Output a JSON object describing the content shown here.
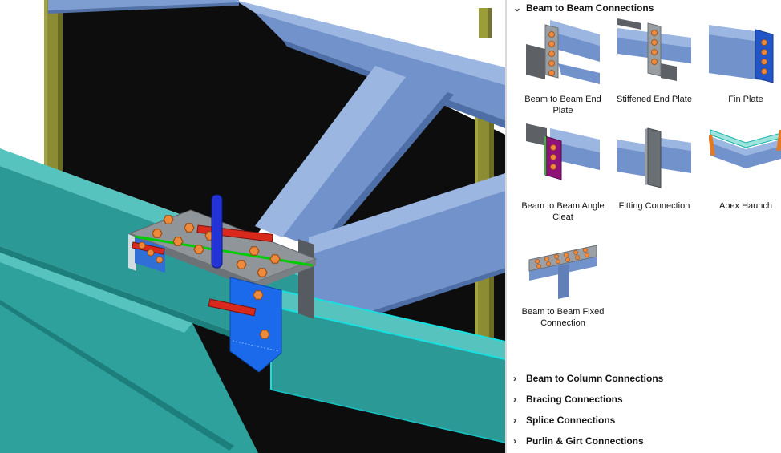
{
  "viewport": {
    "colors": {
      "beam_teal": "#2b9a96",
      "beam_teal_light": "#57c3bf",
      "beam_blue": "#7292cc",
      "beam_blue_light": "#9cb6e2",
      "column_olive": "#8c8d33",
      "bolt_orange": "#ef8a3c",
      "axis_green": "#00cc00",
      "axis_red": "#d9291c",
      "axis_blue": "#2433d6",
      "plate_gray": "#90959a",
      "highlight_cyan": "#18e0e0",
      "background_opening": "#0d0d0d"
    }
  },
  "icons": {
    "chevron_expanded": "⌄",
    "chevron_collapsed": "›"
  },
  "panel": {
    "sections": [
      {
        "label": "Beam to Beam Connections",
        "expanded": true,
        "items": [
          {
            "label": "Beam to Beam End Plate",
            "icon": "beam-to-beam-end-plate"
          },
          {
            "label": "Stiffened End Plate",
            "icon": "stiffened-end-plate"
          },
          {
            "label": "Fin Plate",
            "icon": "fin-plate"
          },
          {
            "label": "Beam to Beam Angle Cleat",
            "icon": "beam-to-beam-angle-cleat"
          },
          {
            "label": "Fitting Connection",
            "icon": "fitting-connection"
          },
          {
            "label": "Apex Haunch",
            "icon": "apex-haunch"
          },
          {
            "label": "Beam to Beam Fixed Connection",
            "icon": "beam-to-beam-fixed-connection"
          }
        ]
      },
      {
        "label": "Beam to Column Connections",
        "expanded": false
      },
      {
        "label": "Bracing Connections",
        "expanded": false
      },
      {
        "label": "Splice Connections",
        "expanded": false
      },
      {
        "label": "Purlin & Girt Connections",
        "expanded": false
      }
    ]
  }
}
